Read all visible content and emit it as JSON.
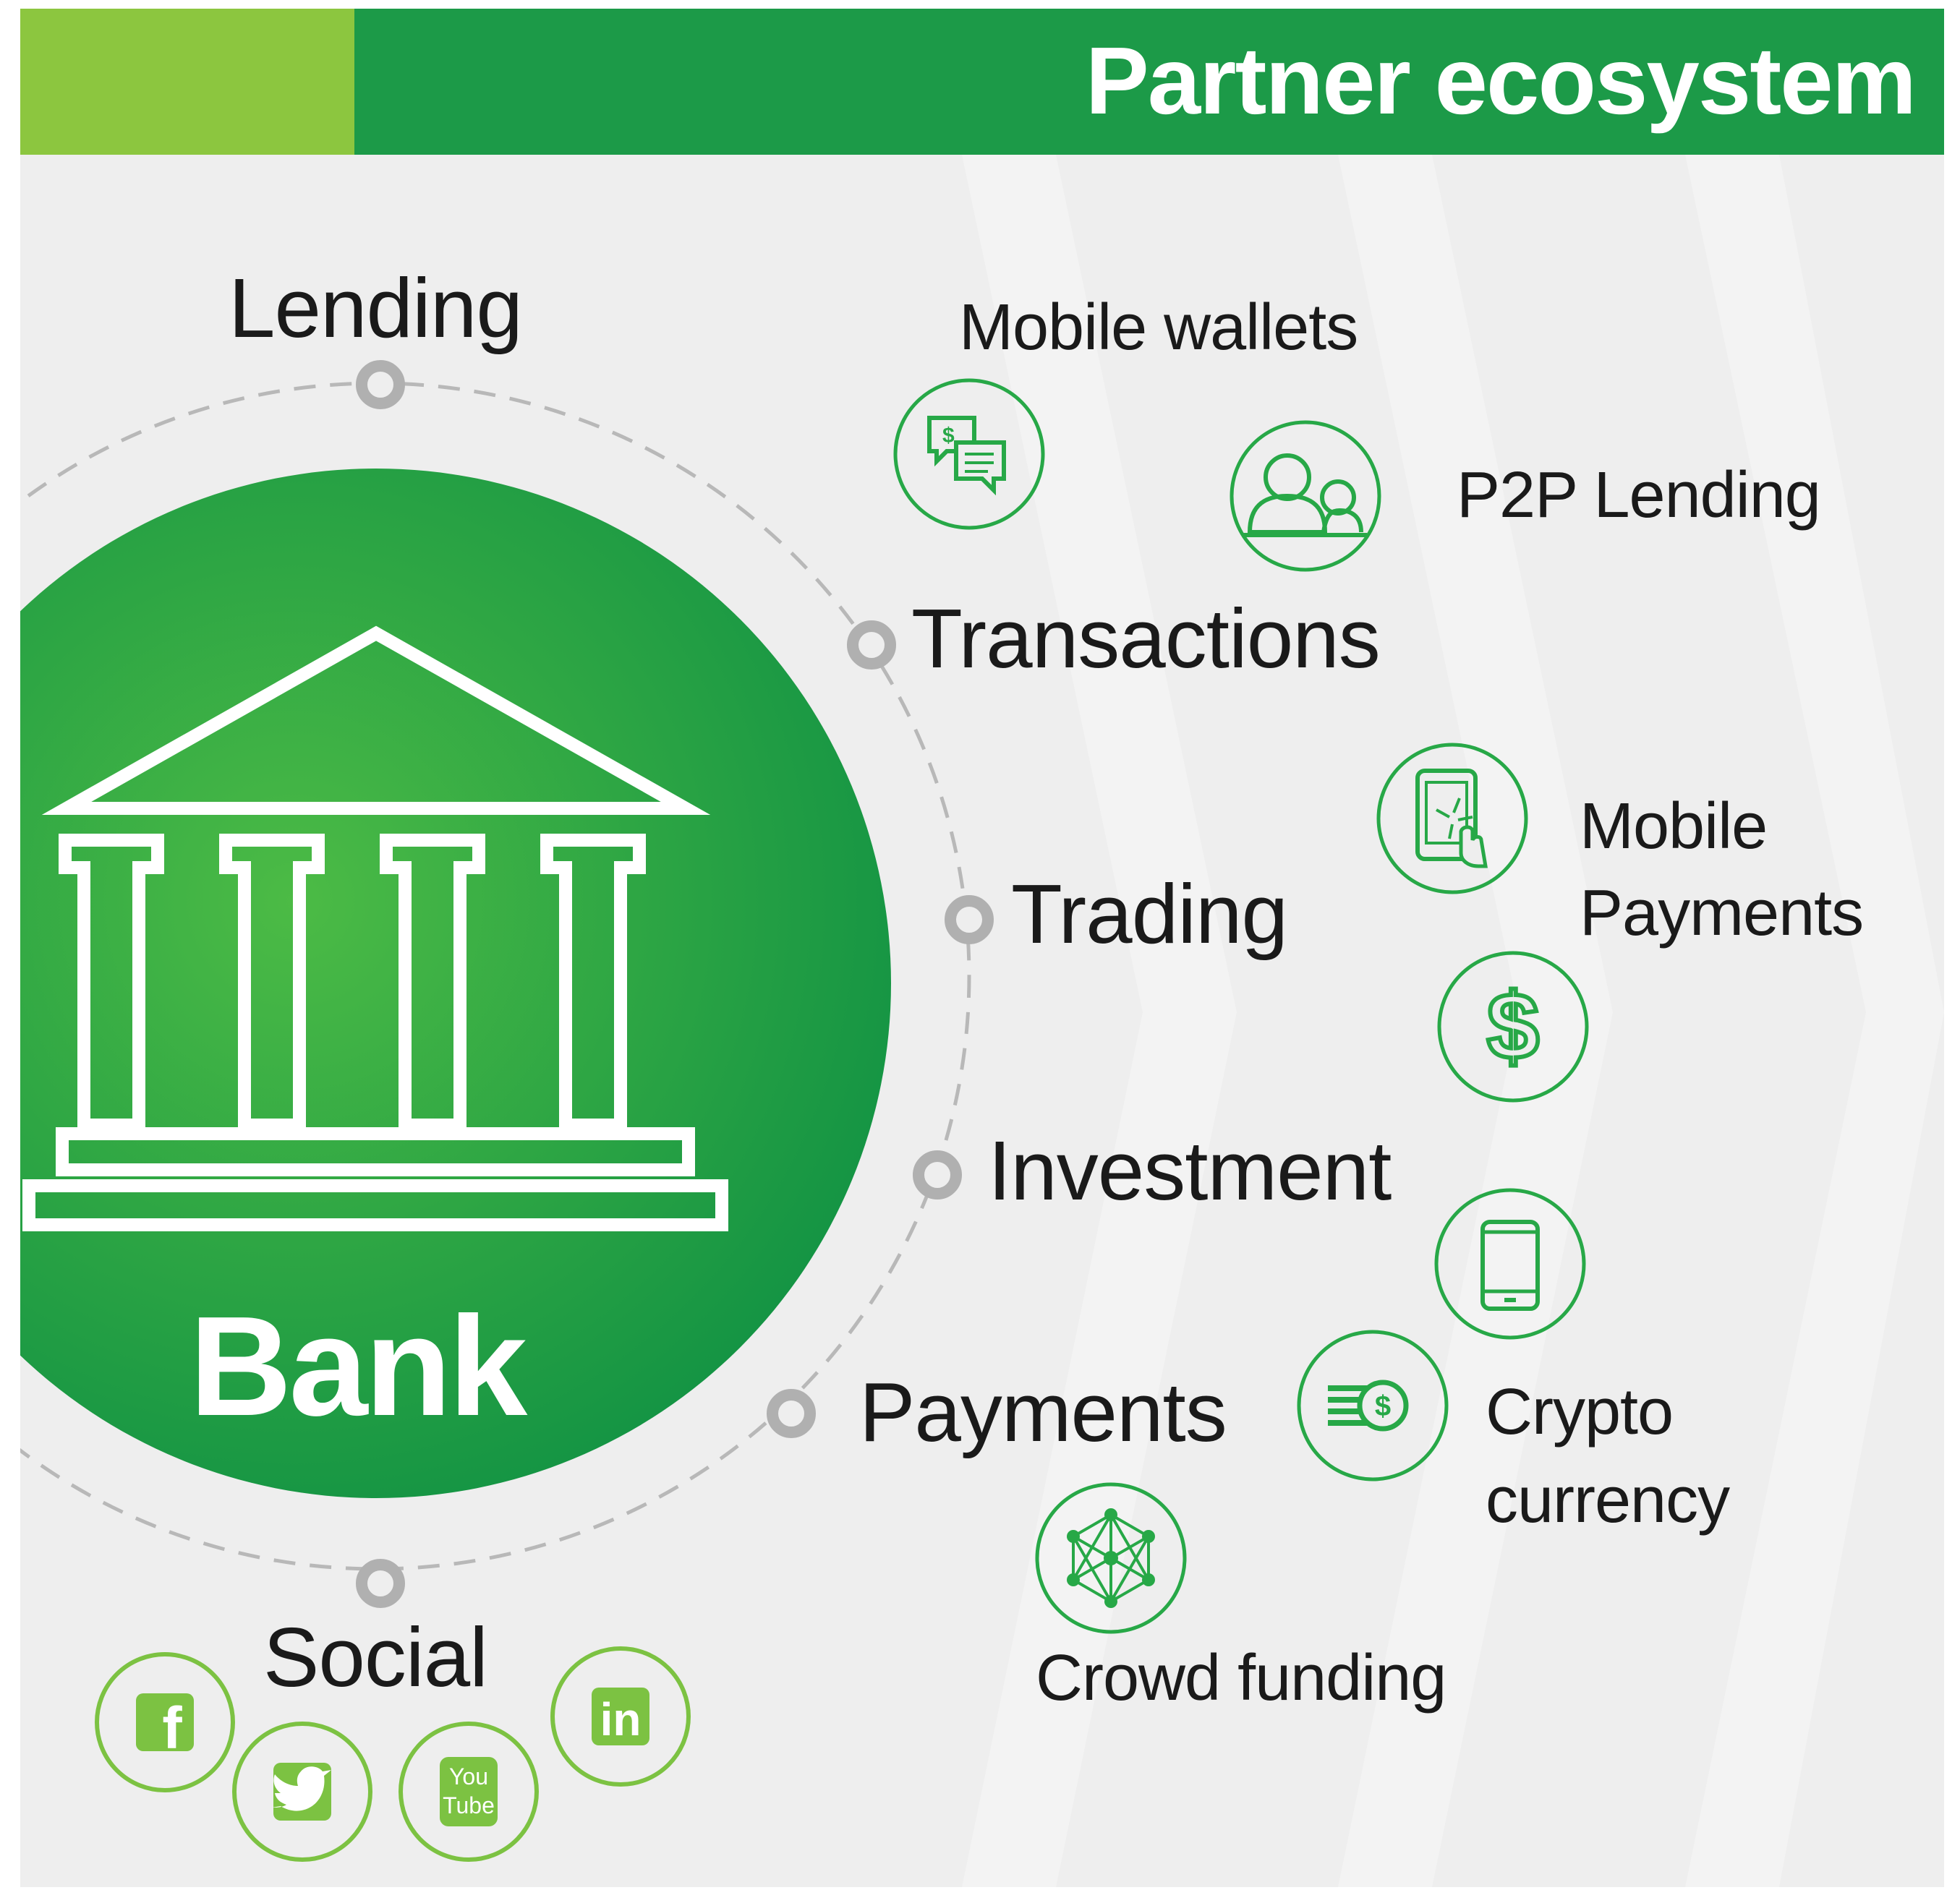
{
  "header": {
    "title": "Partner ecosystem"
  },
  "bank": {
    "label": "Bank"
  },
  "ring_nodes": [
    {
      "id": "lending",
      "label": "Lending"
    },
    {
      "id": "transactions",
      "label": "Transactions"
    },
    {
      "id": "trading",
      "label": "Trading"
    },
    {
      "id": "investment",
      "label": "Investment"
    },
    {
      "id": "payments",
      "label": "Payments"
    },
    {
      "id": "social",
      "label": "Social"
    }
  ],
  "partners": {
    "mobile_wallets": "Mobile wallets",
    "p2p_lending": "P2P Lending",
    "mobile_payments_line1": "Mobile",
    "mobile_payments_line2": "Payments",
    "crypto_line1": "Crypto",
    "crypto_line2": "currency",
    "crowd_funding": "Crowd funding"
  },
  "social_icons": {
    "facebook": "f",
    "linkedin": "in",
    "youtube_line1": "You",
    "youtube_line2": "Tube"
  },
  "colors": {
    "brand_green": "#1c9a48",
    "light_green": "#8cc63f",
    "icon_green": "#27a847",
    "social_green": "#7cc242",
    "ring_gray": "#b8b8b8",
    "background": "#eeeeee"
  }
}
